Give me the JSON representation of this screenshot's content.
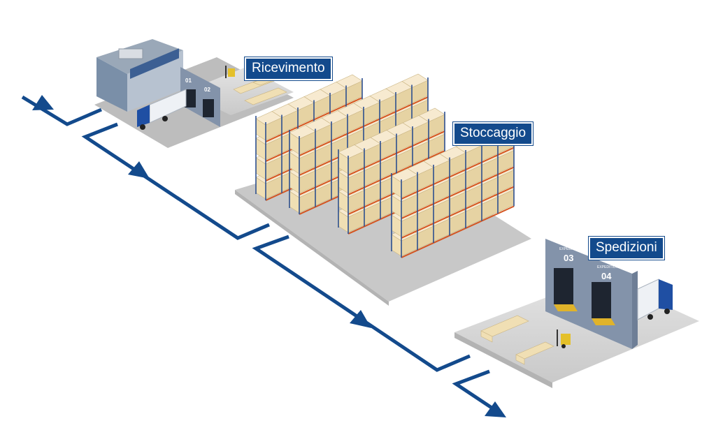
{
  "colors": {
    "flow": "#134a8c",
    "label_bg": "#134a8c",
    "label_text": "#ffffff",
    "rack_upright": "#2d4f8f",
    "rack_beam": "#d5541e",
    "box": "#f0dfb4",
    "floor": "#d7d7d7",
    "building": "#7a8fa8",
    "wall": "#b7c2d0"
  },
  "stages": [
    {
      "id": "receiving",
      "label": "Ricevimento",
      "docks": [
        "01",
        "02"
      ]
    },
    {
      "id": "storage",
      "label": "Stoccaggio"
    },
    {
      "id": "shipping",
      "label": "Spedizioni",
      "docks": [
        "03",
        "04"
      ],
      "dock_caption": "EXPEDITION"
    }
  ]
}
